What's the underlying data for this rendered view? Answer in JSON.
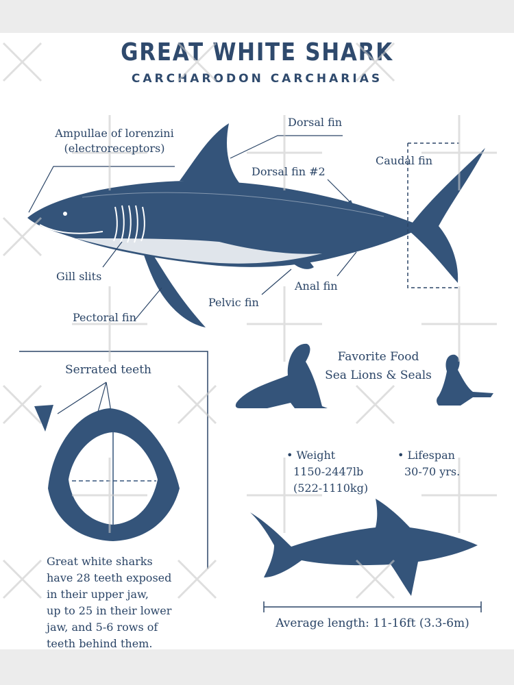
{
  "title": "GREAT WHITE SHARK",
  "subtitle": "CARCHARODON CARCHARIAS",
  "anatomy": {
    "ampullae_line1": "Ampullae of lorenzini",
    "ampullae_line2": "(electroreceptors)",
    "dorsal_fin": "Dorsal fin",
    "dorsal_fin_2": "Dorsal fin #2",
    "caudal_fin": "Caudal fin",
    "gill_slits": "Gill slits",
    "pectoral_fin": "Pectoral fin",
    "pelvic_fin": "Pelvic fin",
    "anal_fin": "Anal fin"
  },
  "teeth": {
    "heading": "Serrated teeth",
    "paragraph_lines": [
      "Great white sharks",
      "have 28 teeth exposed",
      "in their upper jaw,",
      "up to 25 in their lower",
      "jaw, and 5-6 rows of",
      "teeth behind them."
    ]
  },
  "food": {
    "line1": "Favorite Food",
    "line2": "Sea Lions & Seals"
  },
  "stats": {
    "weight_label": "• Weight",
    "weight_lb": "1150-2447lb",
    "weight_kg": "(522-1110kg)",
    "lifespan_label": "• Lifespan",
    "lifespan_value": "30-70 yrs."
  },
  "length": {
    "text": "Average length: 11-16ft (3.3-6m)"
  },
  "colors": {
    "ink": "#2a4466",
    "shark": "#34547a",
    "background": "#ffffff",
    "frame": "#ececec",
    "watermark": "#c9c9c9"
  }
}
